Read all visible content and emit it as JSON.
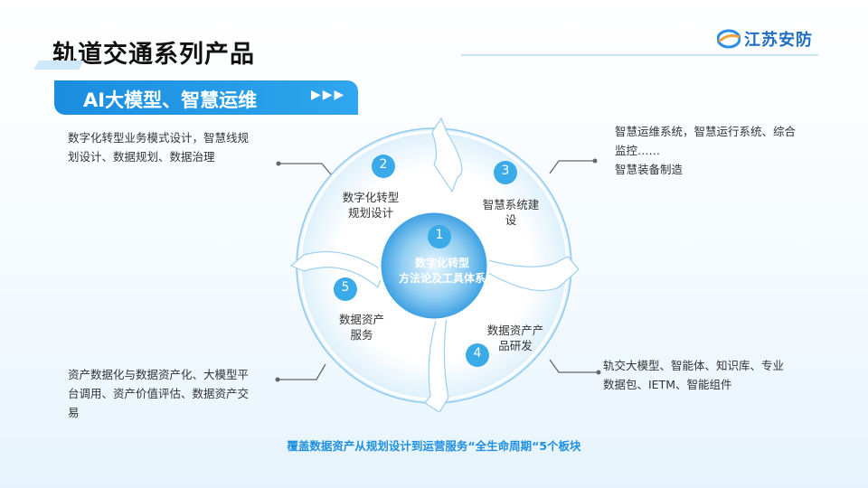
{
  "header": {
    "title": "轨道交通系列产品",
    "logo_text": "江苏安防"
  },
  "banner": {
    "text": "AI大模型、智慧运维",
    "arrows": "▶▶▶"
  },
  "cycle": {
    "center": {
      "number": "1",
      "line1": "数字化转型",
      "line2": "方法论及工具体系"
    },
    "segments": [
      {
        "number": "2",
        "line1": "数字化转型",
        "line2": "规划设计"
      },
      {
        "number": "3",
        "line1": "智慧系统建",
        "line2": "设"
      },
      {
        "number": "4",
        "line1": "数据资产产",
        "line2": "品研发"
      },
      {
        "number": "5",
        "line1": "数据资产",
        "line2": "服务"
      }
    ]
  },
  "notes": {
    "top_left": [
      "数字化转型业务模式设计，智慧线规",
      "划设计、数据规划、数据治理"
    ],
    "top_right": [
      "智慧运维系统，智慧运行系统、综合",
      "监控……",
      "智慧装备制造"
    ],
    "bottom_left": [
      "资产数据化与数据资产化、大模型平",
      "台调用、资产价值评估、数据资产交",
      "易"
    ],
    "bottom_right": [
      "轨交大模型、智能体、知识库、专业",
      "数据包、IETM、智能组件"
    ]
  },
  "footer": "覆盖数据资产从规划设计到运营服务“全生命周期“5个板块",
  "colors": {
    "accent": "#1f8fe0",
    "circle_fill": "#3aaae8",
    "connector": "#666666"
  }
}
